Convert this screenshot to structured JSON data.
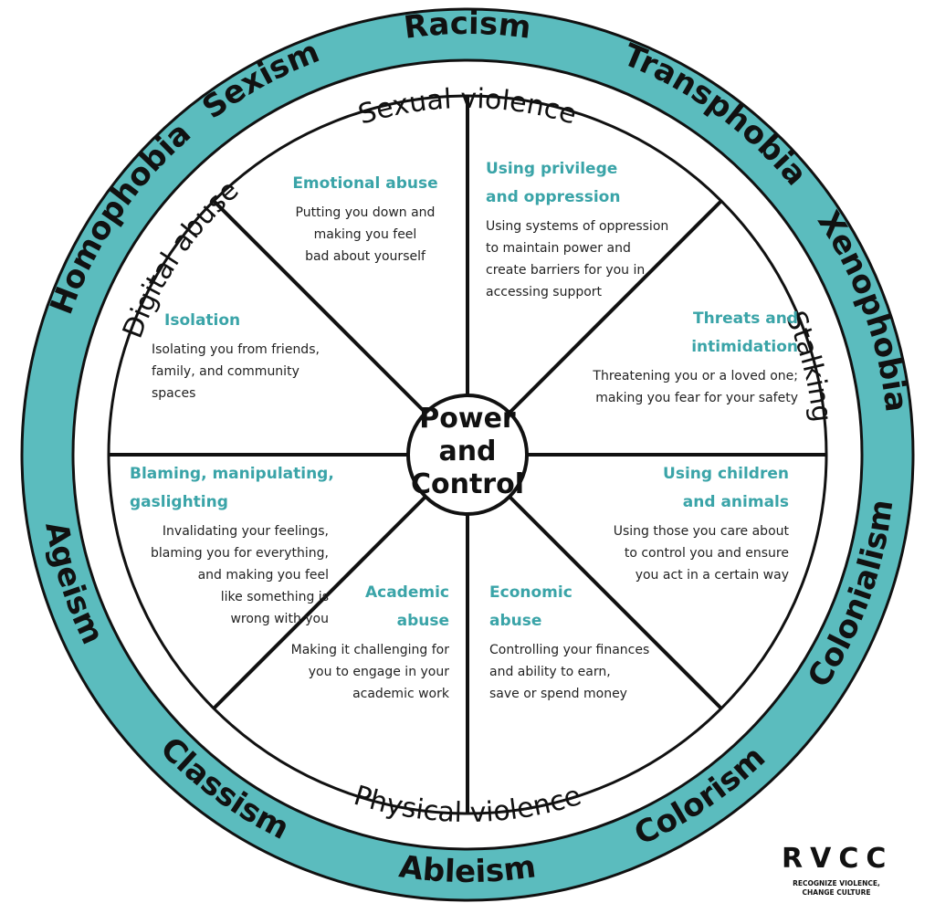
{
  "colors": {
    "teal": "#5bbcbe",
    "heading_teal": "#3aa4a8",
    "ink": "#111111",
    "background": "#ffffff"
  },
  "outer_ring": {
    "racism": "Racism",
    "transphobia": "Transphobia",
    "xenophobia": "Xenophobia",
    "colonialism": "Colonialism",
    "colorism": "Colorism",
    "ableism": "Ableism",
    "classism": "Classism",
    "ageism": "Ageism",
    "homophobia": "Homophobia",
    "sexism": "Sexism"
  },
  "inner_ring": {
    "sexual_violence": "Sexual violence",
    "stalking": "Stalking",
    "physical_violence": "Physical violence",
    "digital_abuse": "Digital abuse"
  },
  "center": {
    "line1": "Power",
    "line2": "and",
    "line3": "Control"
  },
  "segments": {
    "emotional": {
      "title": "Emotional abuse",
      "lines": [
        "Putting you down and",
        "making you feel",
        "bad about yourself"
      ]
    },
    "privilege": {
      "title_lines": [
        "Using privilege",
        "and oppression"
      ],
      "lines": [
        "Using systems of oppression",
        "to maintain power and",
        "create barriers for you in",
        "accessing support"
      ]
    },
    "threats": {
      "title_lines": [
        "Threats and",
        "intimidation"
      ],
      "lines": [
        "Threatening you or a loved one;",
        "making you fear for your safety"
      ]
    },
    "children": {
      "title_lines": [
        "Using children",
        "and animals"
      ],
      "lines": [
        "Using those you care about",
        "to control you and ensure",
        "you act in a certain way"
      ]
    },
    "economic": {
      "title_lines": [
        "Economic",
        "abuse"
      ],
      "lines": [
        "Controlling your finances",
        "and ability to earn,",
        "save or spend money"
      ]
    },
    "academic": {
      "title_lines": [
        "Academic",
        "abuse"
      ],
      "lines": [
        "Making it challenging for",
        "you to engage in your",
        "academic work"
      ]
    },
    "blaming": {
      "title_lines": [
        "Blaming, manipulating,",
        "gaslighting"
      ],
      "lines": [
        "Invalidating your feelings,",
        "blaming you for everything,",
        "and making you feel",
        "like something is",
        "wrong with you"
      ]
    },
    "isolation": {
      "title": "Isolation",
      "lines": [
        "Isolating you from friends,",
        "family, and community",
        "spaces"
      ]
    }
  },
  "logo": {
    "mark": "RVCC",
    "tagline_1": "RECOGNIZE VIOLENCE,",
    "tagline_2": "CHANGE CULTURE"
  }
}
